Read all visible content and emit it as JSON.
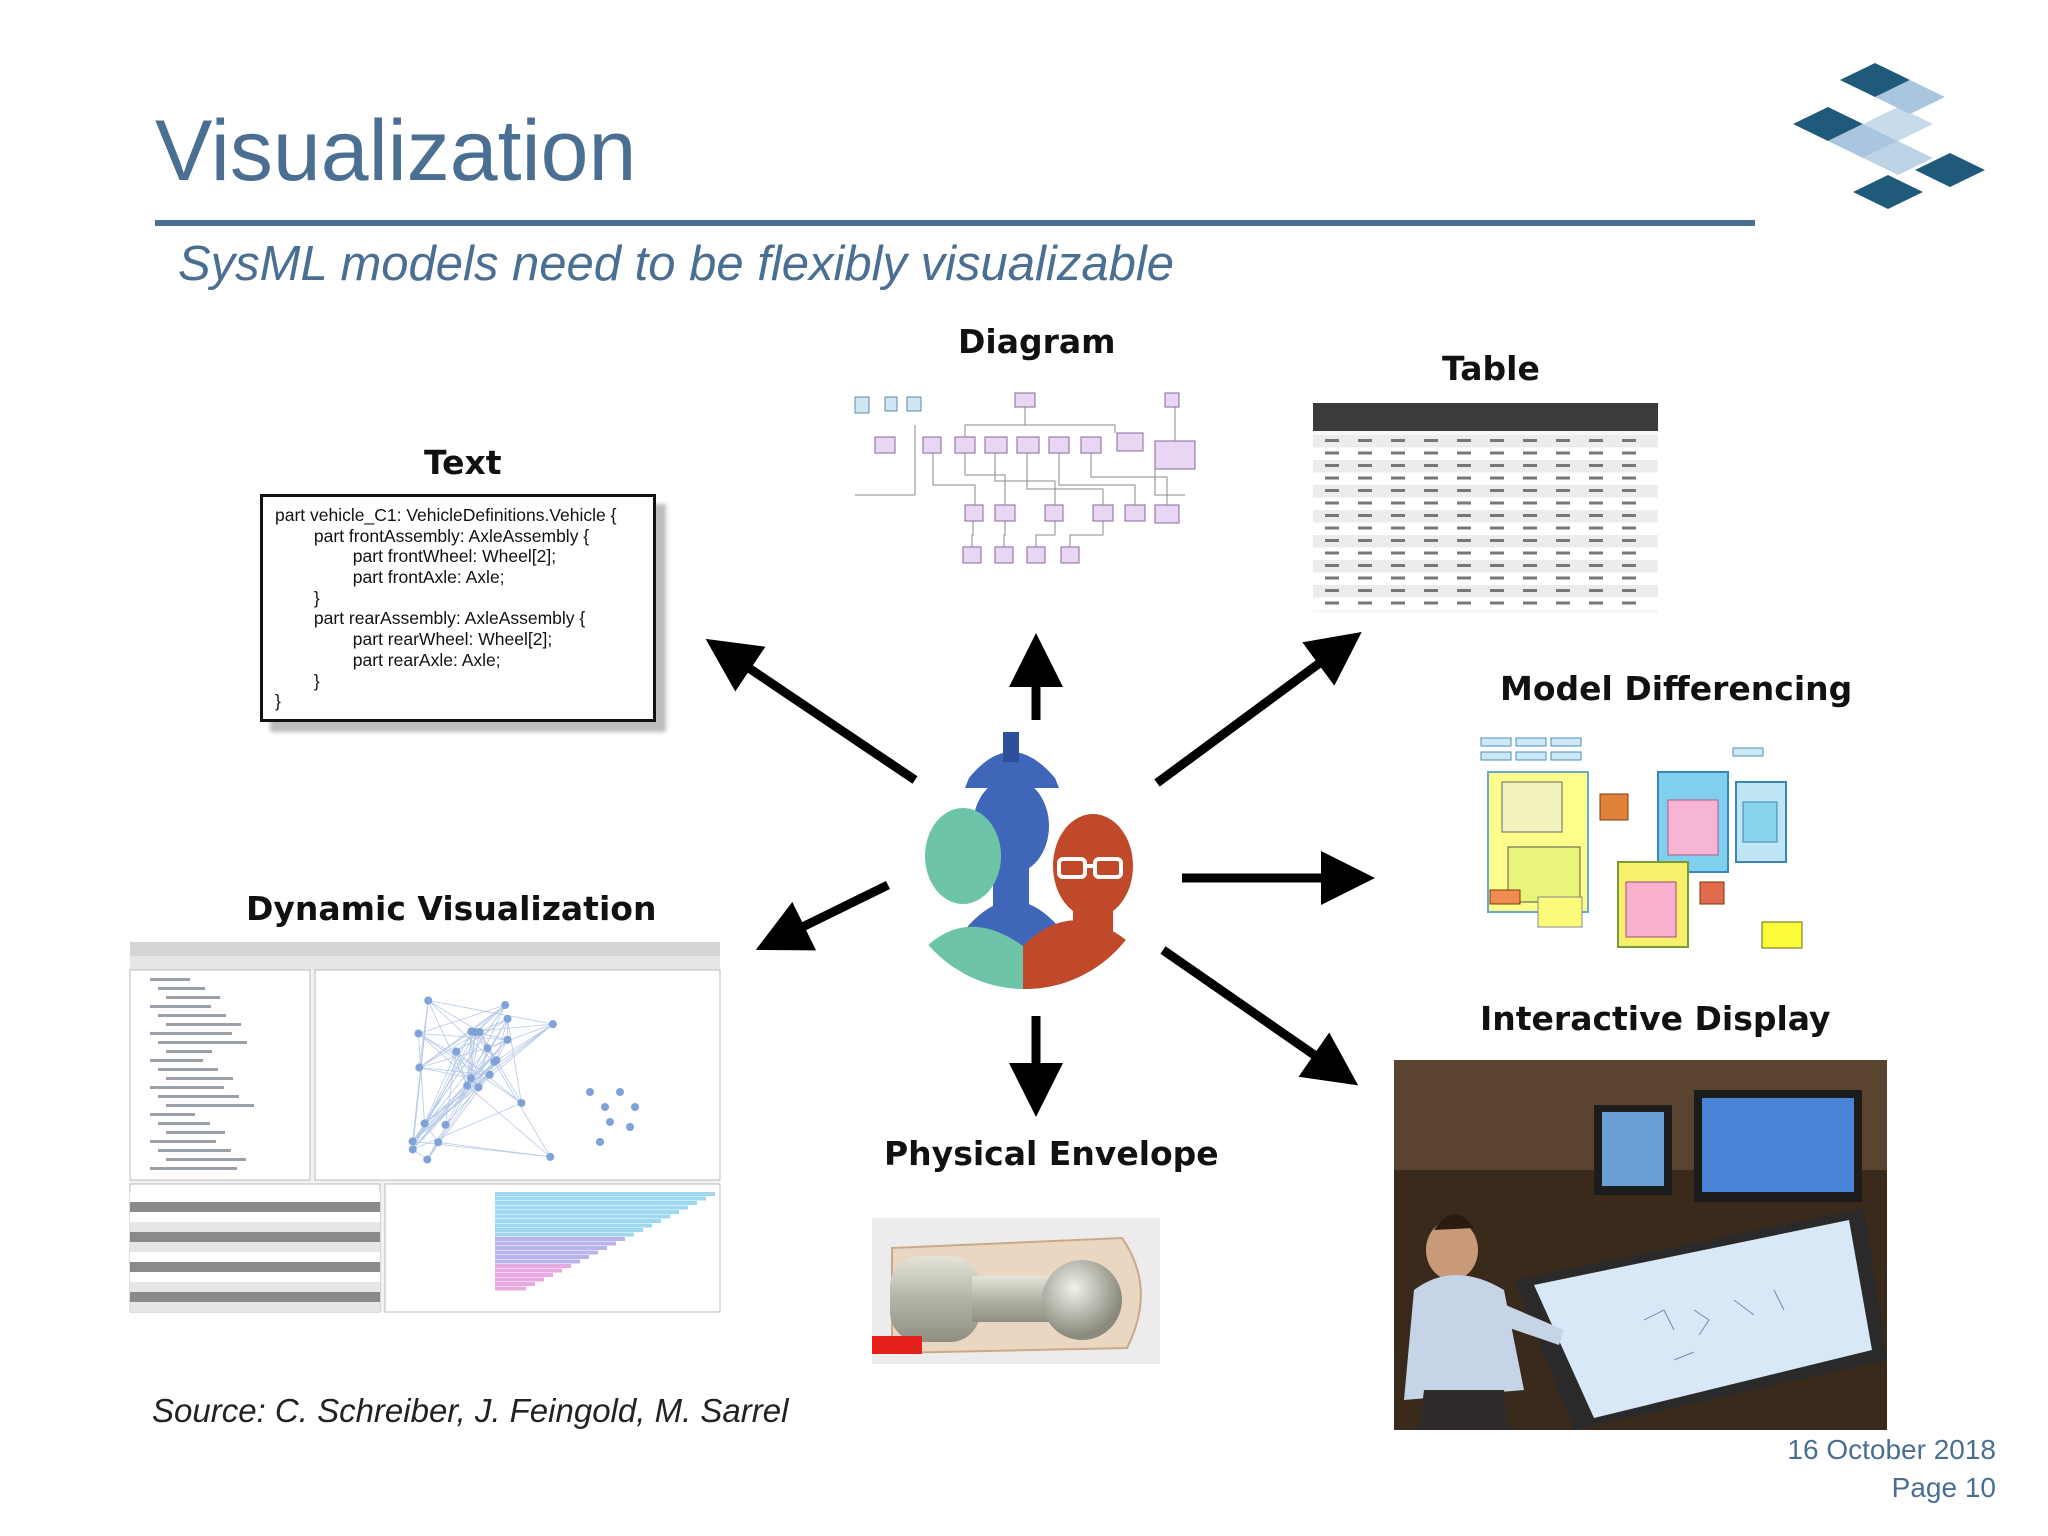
{
  "slide": {
    "title": "Visualization",
    "subtitle": "SysML models need to be flexibly visualizable",
    "source": "Source: C. Schreiber, J. Feingold, M. Sarrel",
    "date": "16 October 2018",
    "page": "Page 10"
  },
  "labels": {
    "text": "Text",
    "diagram": "Diagram",
    "table": "Table",
    "model_differencing": "Model Differencing",
    "dynamic_visualization": "Dynamic Visualization",
    "interactive_display": "Interactive Display",
    "physical_envelope": "Physical Envelope"
  },
  "code_lines": [
    "part vehicle_C1: VehicleDefinitions.Vehicle {",
    "        part frontAssembly: AxleAssembly {",
    "                part frontWheel: Wheel[2];",
    "                part frontAxle: Axle;",
    "        }",
    "        part rearAssembly: AxleAssembly {",
    "                part rearWheel: Wheel[2];",
    "                part rearAxle: Axle;",
    "        }",
    "}"
  ],
  "colors": {
    "accent": "#4a6f93",
    "logo_dark": "#1f5a7a",
    "logo_light": "#a9c6de",
    "person_blue": "#3f66b8",
    "person_teal": "#6ec4a9",
    "person_red": "#c0492a"
  },
  "icons": [
    "company-logo-icon",
    "people-group-icon",
    "arrow-icon"
  ]
}
